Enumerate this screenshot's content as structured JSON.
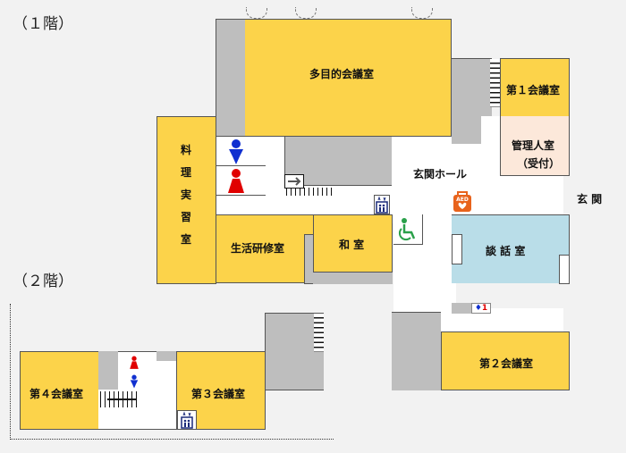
{
  "floors": {
    "first": {
      "label": "（１階）",
      "rooms": {
        "multipurpose": "多目的会議室",
        "meeting1": "第１会議室",
        "manager_line1": "管理人室",
        "manager_line2": "（受付）",
        "cooking_chars": [
          "料",
          "理",
          "実",
          "習",
          "室"
        ],
        "life_training": "生活研修室",
        "japanese_room": "和 室",
        "entrance_hall": "玄関ホール",
        "lounge": "談 話 室",
        "entrance": "玄 関",
        "meeting2": "第２会議室"
      },
      "icons": [
        "male-toilet-icon",
        "female-toilet-icon",
        "elevator-icon",
        "aed-icon",
        "wheelchair-icon",
        "stairs-icon",
        "toilet-sign-icon"
      ],
      "aed_text": "AED",
      "toilet_sign": "1"
    },
    "second": {
      "label": "（２階）",
      "rooms": {
        "meeting4": "第４会議室",
        "meeting3": "第３会議室"
      }
    }
  },
  "colors": {
    "room_yellow": "#fcd34a",
    "service_gray": "#bebebe",
    "office_pink": "#fce8da",
    "lounge_blue": "#b9dde8",
    "male_blue": "#1030d0",
    "female_red": "#e00000",
    "aed_orange": "#e8631c",
    "wheelchair_green": "#2aa04a"
  }
}
